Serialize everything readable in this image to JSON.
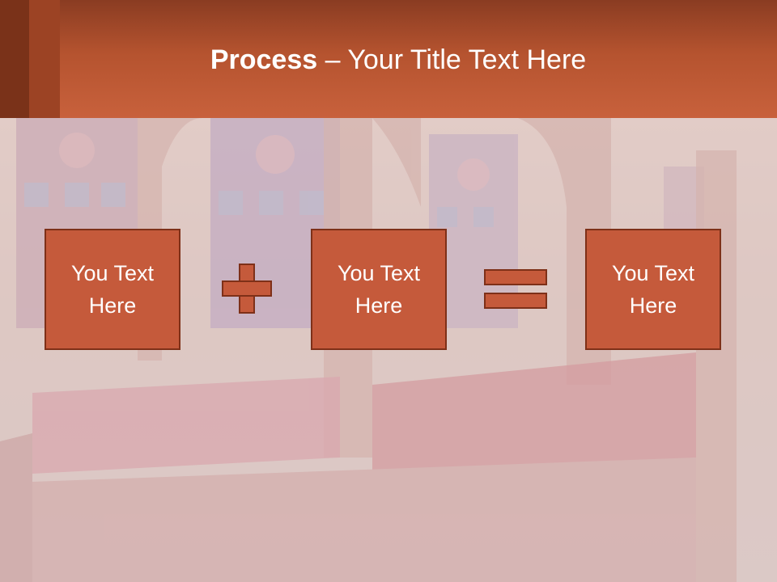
{
  "slide": {
    "title_bold": "Process",
    "title_rest": " – Your Title Text Here",
    "boxes": [
      {
        "text": "You Text\nHere"
      },
      {
        "text": "You Text\nHere"
      },
      {
        "text": "You Text\nHere"
      }
    ],
    "operators": [
      "plus-icon",
      "equals-icon"
    ],
    "colors": {
      "header": "#c05a37",
      "box_fill": "#c55a3b",
      "box_border": "#7e3018",
      "text": "#ffffff"
    },
    "background_image": "mosque-interior-stained-glass-photo"
  }
}
